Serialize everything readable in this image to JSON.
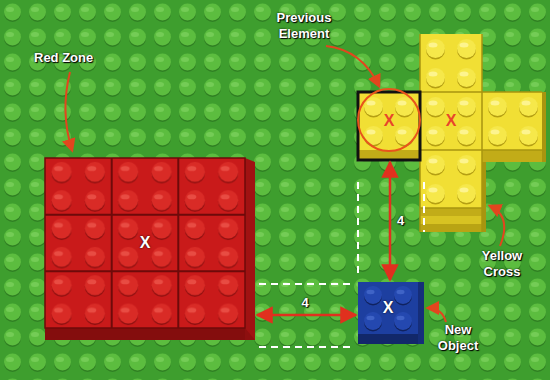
{
  "diagram": {
    "nodes": [
      {
        "text": [
          "X"
        ]
      },
      {
        "text": [
          "X"
        ]
      },
      {
        "text": [
          "X"
        ]
      },
      {
        "text": [
          "X"
        ]
      }
    ],
    "edges": [
      {
        "from": 0,
        "to": 3,
        "arrow": "both",
        "label": "4"
      },
      {
        "from": 2,
        "to": 3,
        "arrow": "both",
        "label": "4"
      }
    ],
    "labels": [
      "Previous Element",
      "Red Zone",
      "Yellow Cross",
      "New Object"
    ]
  }
}
